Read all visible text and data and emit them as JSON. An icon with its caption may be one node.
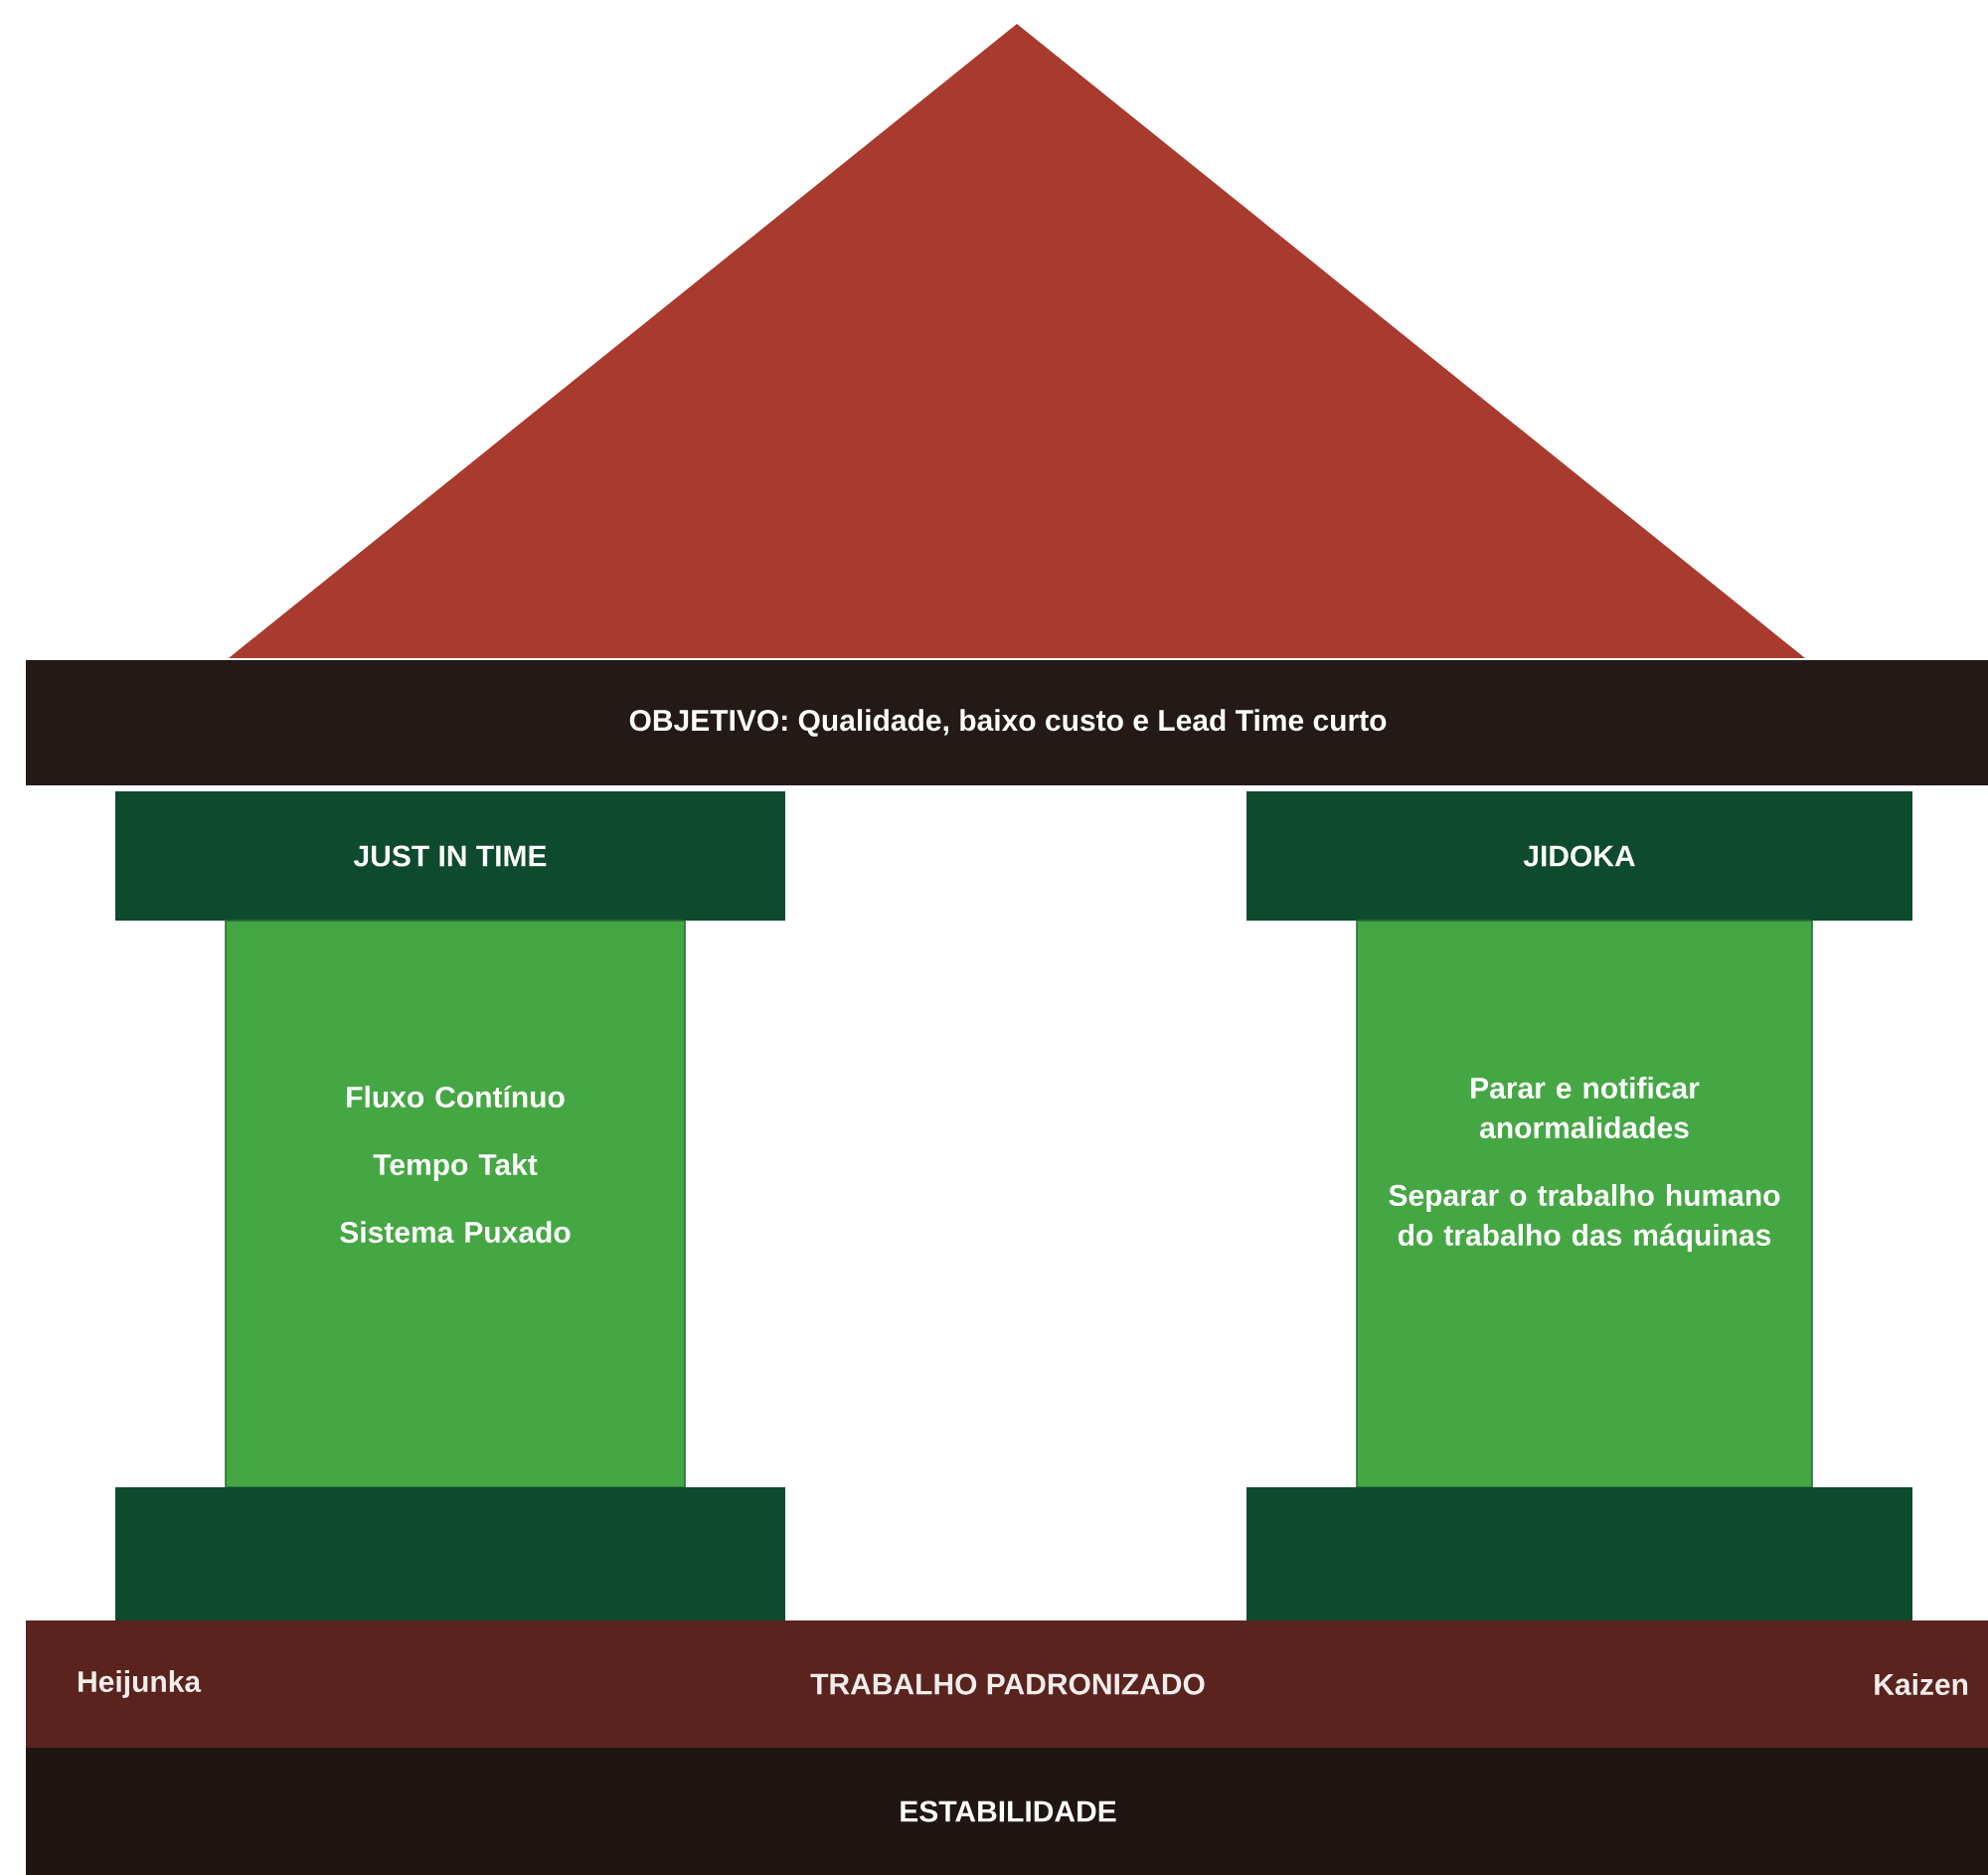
{
  "diagram": {
    "nodes": [
      {
        "text": [],
        "shape": "triangle"
      },
      {
        "text": [
          "OBJETIVO: Qualidade, baixo custo e Lead Time curto"
        ]
      },
      {
        "text": [
          "JUST IN TIME"
        ]
      },
      {
        "text": [
          "Fluxo Contínuo",
          "Tempo Takt",
          "Sistema Puxado"
        ]
      },
      {
        "text": [],
        "shape": "box"
      },
      {
        "text": [
          "JIDOKA"
        ]
      },
      {
        "text": [
          "Parar e notificar anormalidades",
          "Separar o trabalho humano do trabalho das máquinas"
        ]
      },
      {
        "text": [],
        "shape": "box"
      },
      {
        "text": [
          "Heijunka",
          "TRABALHO PADRONIZADO",
          "Kaizen"
        ]
      },
      {
        "text": [
          "ESTABILIDADE"
        ]
      }
    ]
  }
}
